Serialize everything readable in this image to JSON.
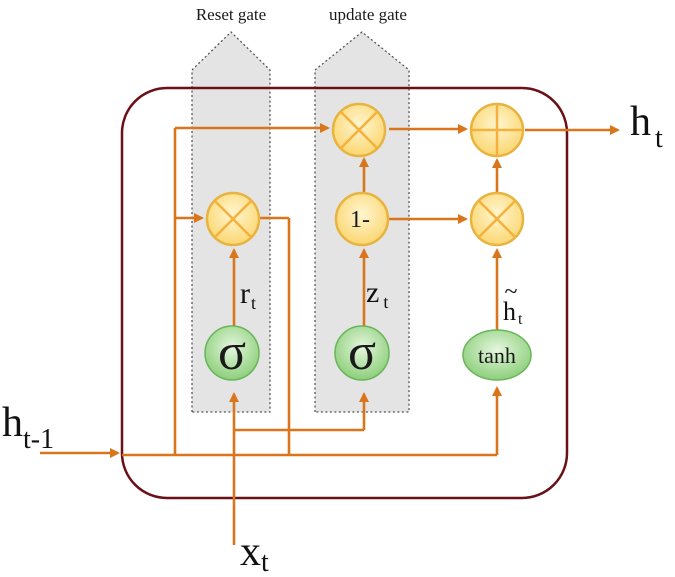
{
  "gates": {
    "reset_label": "Reset gate",
    "update_label": "update gate"
  },
  "variables": {
    "h_prev_main": "h",
    "h_prev_sub": "t-1",
    "x_main": "x",
    "x_sub": "t",
    "h_out_main": "h",
    "h_out_sub": "t",
    "r_main": "r",
    "r_sub": "t",
    "z_main": "z",
    "z_sub": "t",
    "htilde_main": "h",
    "htilde_sub": "t",
    "tilde_mark": "~"
  },
  "nodes": {
    "sigma_symbol": "σ",
    "one_minus": "1-",
    "tanh": "tanh"
  },
  "colors": {
    "arrow": "#d9761c",
    "cell_border": "#6b1016",
    "op_fill": "#fde49a",
    "op_stroke": "#e8b33e",
    "op_symbol": "#f5b13c",
    "activation_fill": "#9fd88f",
    "activation_stroke": "#6ab45a",
    "gate_band": "#e4e4e4",
    "gate_band_border": "#555555"
  },
  "icons": {
    "multiply": "circle-times-icon",
    "add": "circle-plus-icon"
  }
}
